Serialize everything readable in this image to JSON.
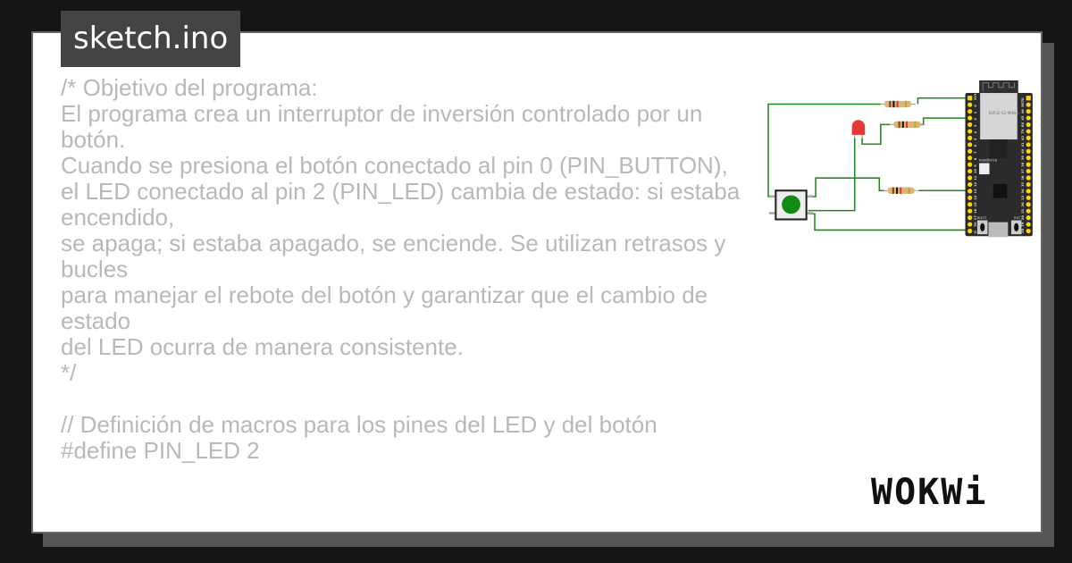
{
  "title": "sketch.ino",
  "code_lines": [
    "/* Objetivo del programa:",
    "El programa crea un interruptor de inversión controlado por un botón.",
    "Cuando se presiona el botón conectado al pin 0 (PIN_BUTTON),",
    "el LED conectado al pin 2 (PIN_LED) cambia de estado: si estaba encendido,",
    "se apaga; si estaba apagado, se enciende. Se utilizan retrasos y bucles",
    "para manejar el rebote del botón y garantizar que el cambio de estado",
    "del LED ocurra de manera consistente.",
    "*/",
    "",
    "// Definición de macros para los pines del LED y del botón",
    "#define PIN_LED 2"
  ],
  "board": {
    "module_label": "ESP32-S2-MINI-1",
    "rgb_label": "RGB@IO18",
    "boot_label": "BOOT",
    "rst_label": "RST",
    "left_pins": [
      "3V3",
      "0",
      "1",
      "2",
      "3",
      "4",
      "5",
      "6",
      "7",
      "8",
      "9",
      "10",
      "11",
      "12",
      "13",
      "14",
      "15",
      "16",
      "17",
      "5V",
      "G"
    ],
    "right_pins": [
      "G",
      "RST",
      "46",
      "45",
      "RX",
      "TX",
      "42",
      "41",
      "40",
      "39",
      "38",
      "37",
      "36",
      "35",
      "34",
      "33",
      "26",
      "21",
      "20",
      "19",
      "18"
    ]
  },
  "colors": {
    "wire": "#1f8a1f",
    "board": "#2b2b2b",
    "pin": "#ffd600",
    "led": "#e53935",
    "button": "#138a13"
  },
  "logo": "WOKWi"
}
